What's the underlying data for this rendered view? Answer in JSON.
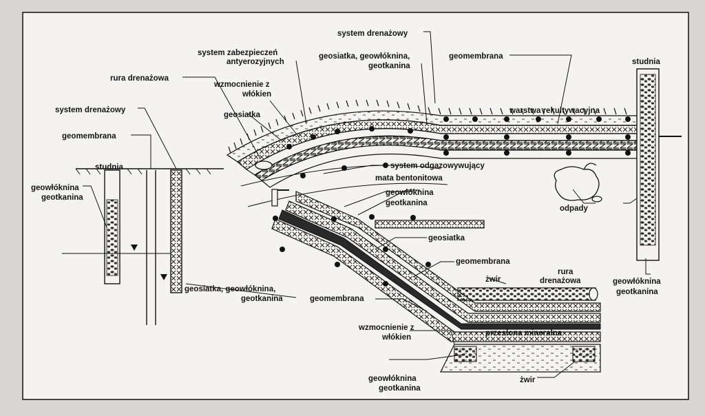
{
  "diagram": {
    "labels": {
      "system_drenazowy_top": "system drenażowy",
      "system_zabezpieczen_1": "system zabezpieczeń",
      "system_zabezpieczen_2": "antyerozyjnych",
      "geosiatka_geo_top_1": "geosiatka, geowłóknina,",
      "geosiatka_geo_top_2": "geotkanina",
      "geomembrana_top": "geomembrana",
      "studnia_right": "studnia",
      "rura_drenazowa_left": "rura drenażowa",
      "wzmocnienie_top_1": "wzmocnienie z",
      "wzmocnienie_top_2": "włókien",
      "geosiatka_left": "geosiatka",
      "warstwa_rekultywacyjna": "warstwa rekultywacyjna",
      "system_drenazowy_left": "system drenażowy",
      "geomembrana_left": "geomembrana",
      "studnia_left": "studnia",
      "geowloknina_left_1": "geowłóknina",
      "geowloknina_left_2": "geotkanina",
      "system_odgazowujacy": "system odgazowywujący",
      "mata_bentonitowa": "mata bentonitowa",
      "geowloknina_mid_1": "geowłóknina",
      "geowloknina_mid_2": "geotkanina",
      "odpady": "odpady",
      "geosiatka_mid": "geosiatka",
      "geomembrana_mid": "geomembrana",
      "rura": "rura",
      "zwir_mid": "żwir",
      "drenazowa": "drenażowa",
      "geowloknina_right_1": "geowłóknina",
      "geowloknina_right_2": "geotkanina",
      "geosiatka_geo_bottom_1": "geosiatka, geowłóknina,",
      "geosiatka_geo_bottom_2": "geotkanina",
      "geomembrana_bottom": "geomembrana",
      "wzmocnienie_bottom_1": "wzmocnienie z",
      "wzmocnienie_bottom_2": "włókien",
      "przeslona_mineralna": "przesłona mineralna",
      "geowloknina_bottom_1": "geowłóknina",
      "geowloknina_bottom_2": "geotkanina",
      "zwir_bottom": "żwir"
    }
  }
}
